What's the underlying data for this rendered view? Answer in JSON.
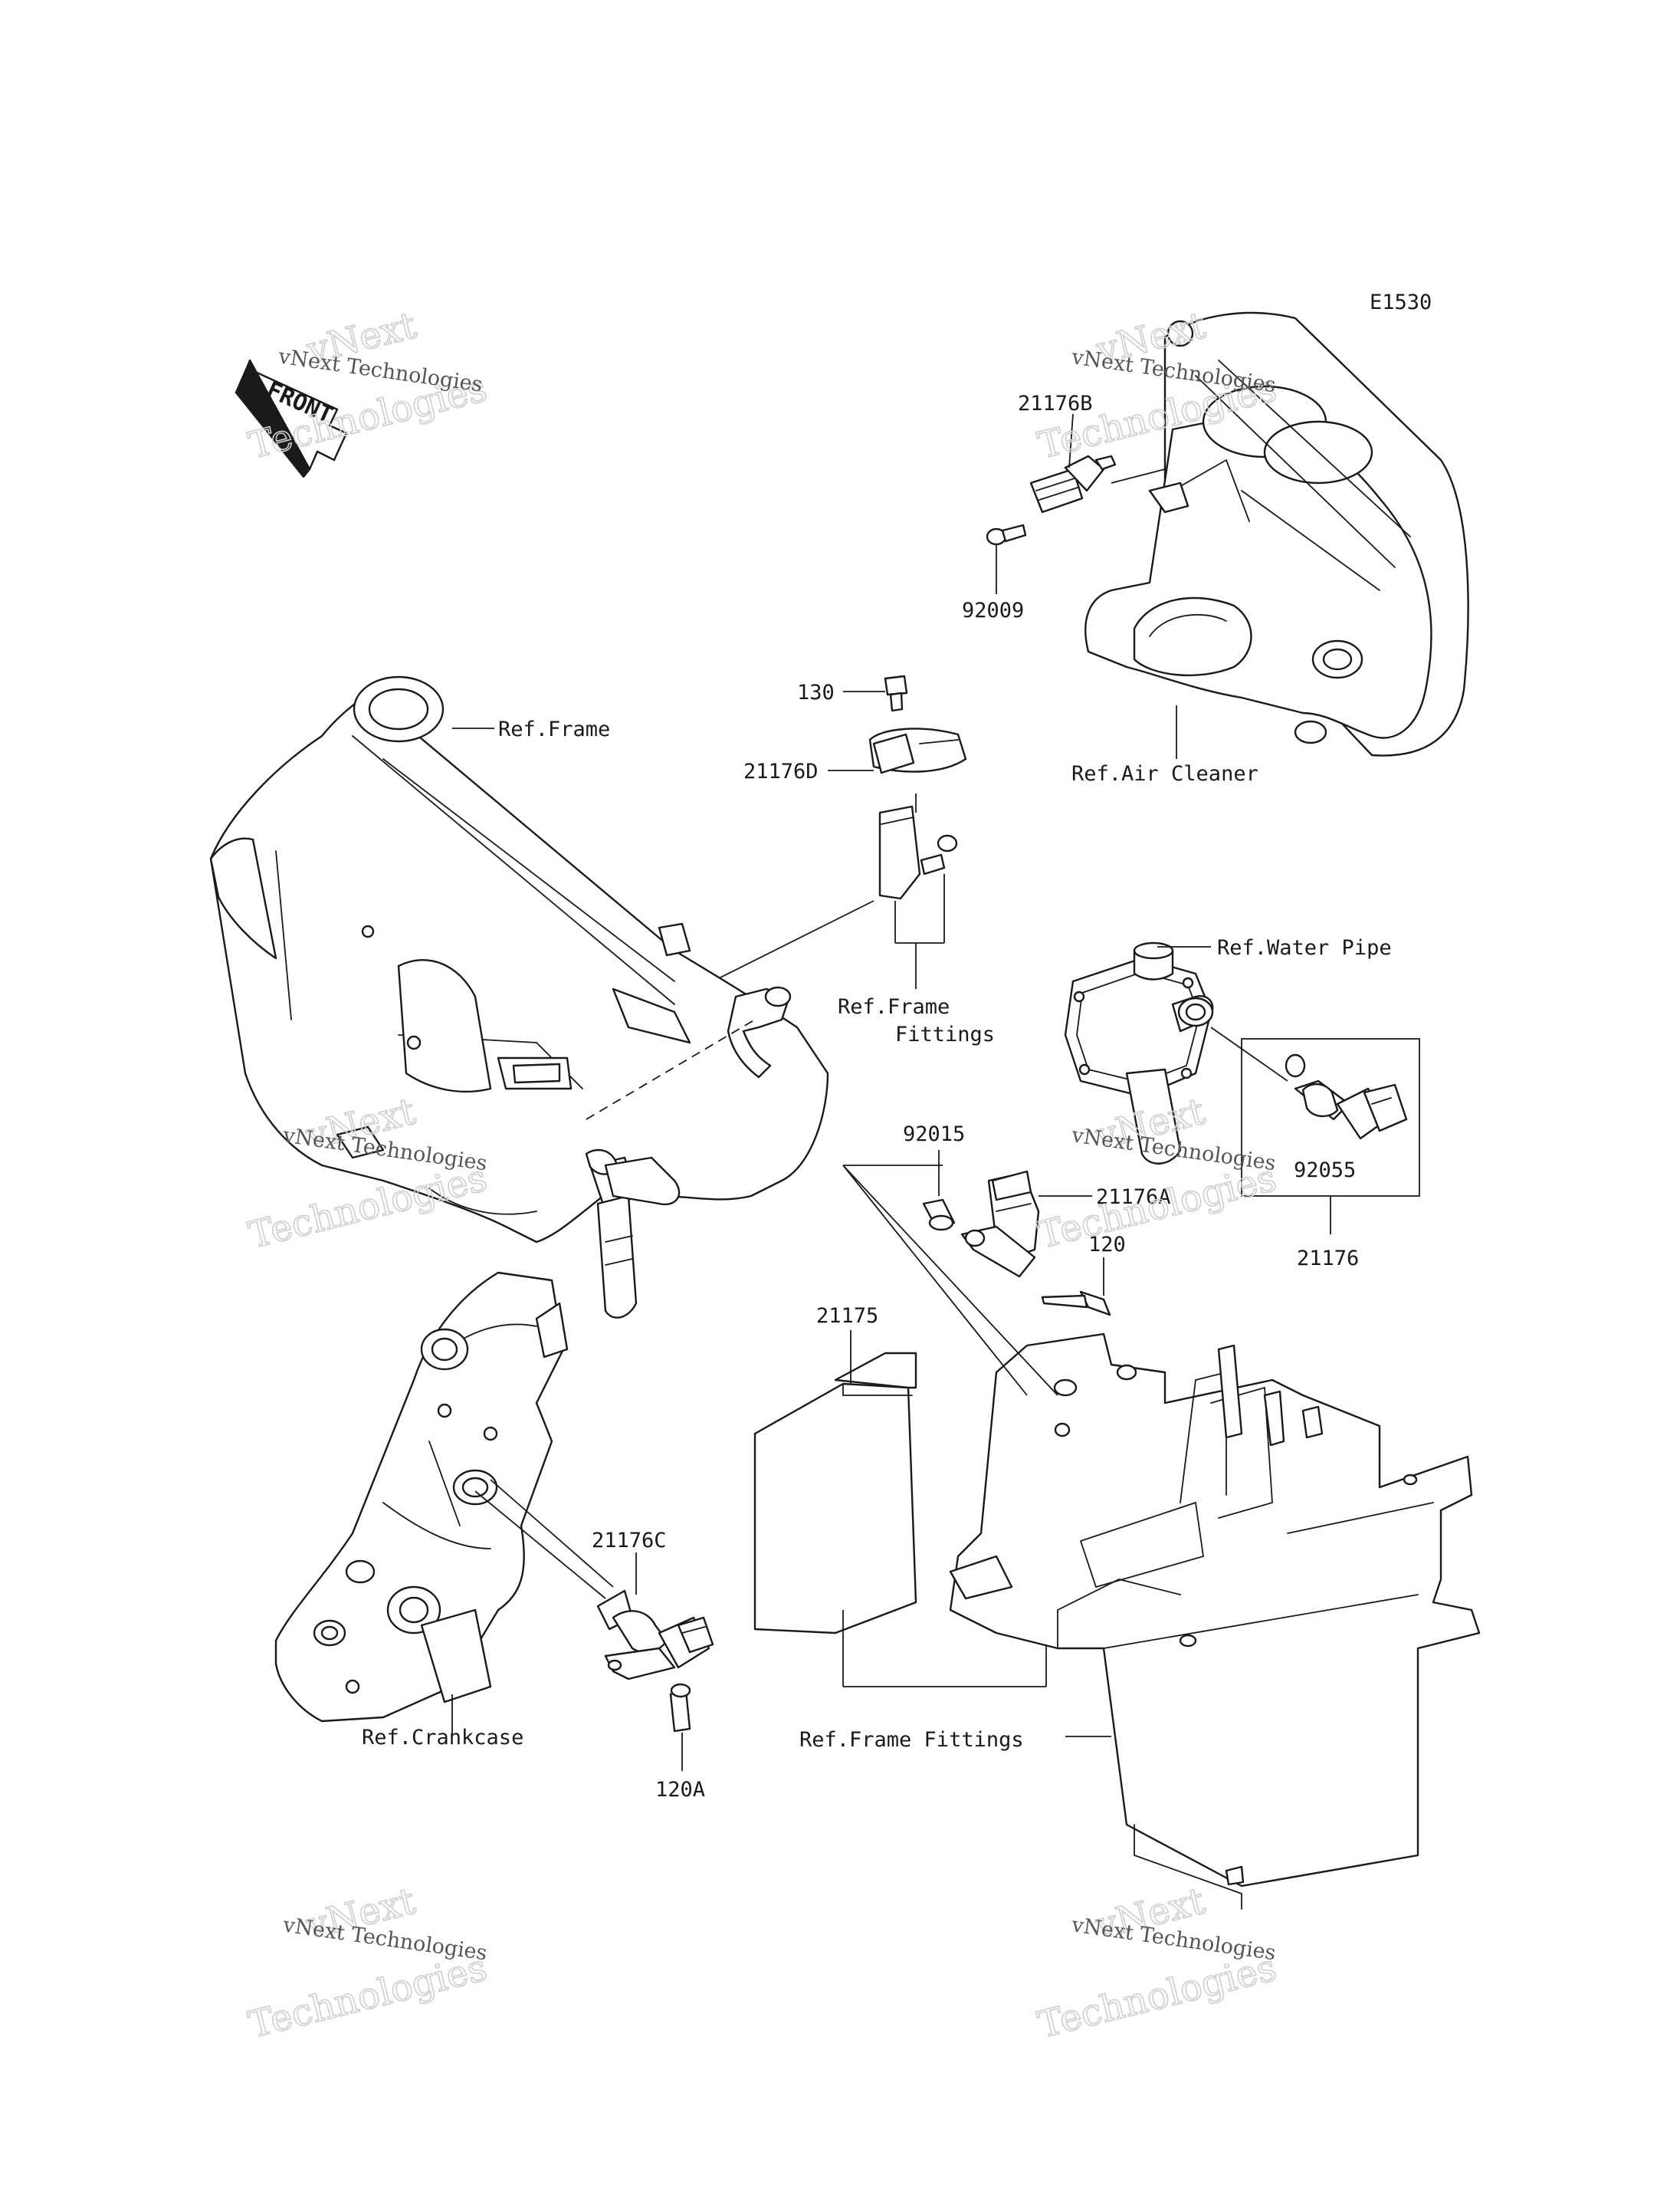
{
  "diagram_code": "E1530",
  "front_label": "FRONT",
  "watermark": {
    "line1": "vNext Technologies",
    "big_top": "vNext",
    "big_bottom": "Technologies"
  },
  "labels": {
    "part_21176B": "21176B",
    "part_92009": "92009",
    "part_130": "130",
    "part_21176D": "21176D",
    "ref_frame": "Ref.Frame",
    "ref_air_cleaner": "Ref.Air Cleaner",
    "ref_water_pipe": "Ref.Water Pipe",
    "ref_frame_fittings_1": "Ref.Frame",
    "ref_frame_fittings_2": "Fittings",
    "part_92015": "92015",
    "part_21176A": "21176A",
    "part_92055": "92055",
    "part_120": "120",
    "part_21176": "21176",
    "part_21175": "21175",
    "part_21176C": "21176C",
    "ref_crankcase": "Ref.Crankcase",
    "part_120A": "120A",
    "ref_frame_fittings_bottom": "Ref.Frame Fittings"
  }
}
